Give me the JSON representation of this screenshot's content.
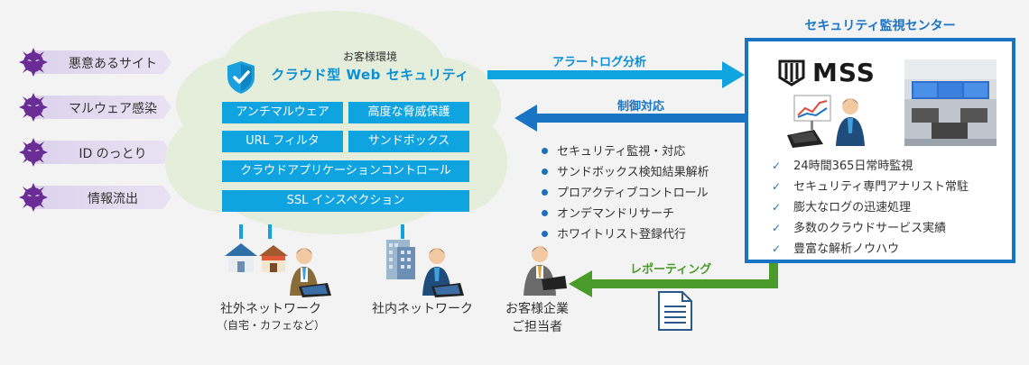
{
  "threats": [
    {
      "label": "悪意あるサイト",
      "icon": "virus-icon"
    },
    {
      "label": "マルウェア感染",
      "icon": "virus-icon"
    },
    {
      "label": "ID のっとり",
      "icon": "virus-icon"
    },
    {
      "label": "情報流出",
      "icon": "virus-icon"
    }
  ],
  "cloud": {
    "subtitle": "お客様環境",
    "title": "クラウド型 Web セキュリティ",
    "features": {
      "antimalware": "アンチマルウェア",
      "threat_protection": "高度な脅威保護",
      "url_filter": "URL フィルタ",
      "sandbox": "サンドボックス",
      "cloud_app_control": "クラウドアプリケーションコントロール",
      "ssl_inspection": "SSL インスペクション"
    }
  },
  "arrows": {
    "alert_log": "アラートログ分析",
    "control": "制御対応",
    "reporting": "レポーティング"
  },
  "services": [
    "セキュリティ監視・対応",
    "サンドボックス検知結果解析",
    "プロアクティブコントロール",
    "オンデマンドリサーチ",
    "ホワイトリスト登録代行"
  ],
  "soc": {
    "title": "セキュリティ監視センター",
    "logo": "MSS",
    "features": [
      "24時間365日常時監視",
      "セキュリティ専門アナリスト常駐",
      "膨大なログの迅速処理",
      "多数のクラウドサービス実績",
      "豊富な解析ノウハウ"
    ]
  },
  "bottom": {
    "external_network": "社外ネットワーク",
    "external_note": "（自宅・カフェなど）",
    "internal_network": "社内ネットワーク",
    "customer_line1": "お客様企業",
    "customer_line2": "ご担当者"
  },
  "colors": {
    "cloud_blue": "#0fa3e0",
    "arrow_blue": "#0fa3e0",
    "dark_blue": "#1a74c4",
    "green": "#4a9b2a",
    "purple": "#7a3aa8"
  }
}
